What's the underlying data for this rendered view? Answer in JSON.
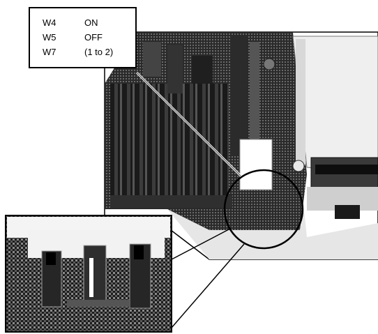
{
  "legend": {
    "rows": [
      {
        "jumper": "W4",
        "setting": "ON"
      },
      {
        "jumper": "W5",
        "setting": "OFF"
      },
      {
        "jumper": "W7",
        "setting": "(1 to 2)"
      }
    ]
  }
}
